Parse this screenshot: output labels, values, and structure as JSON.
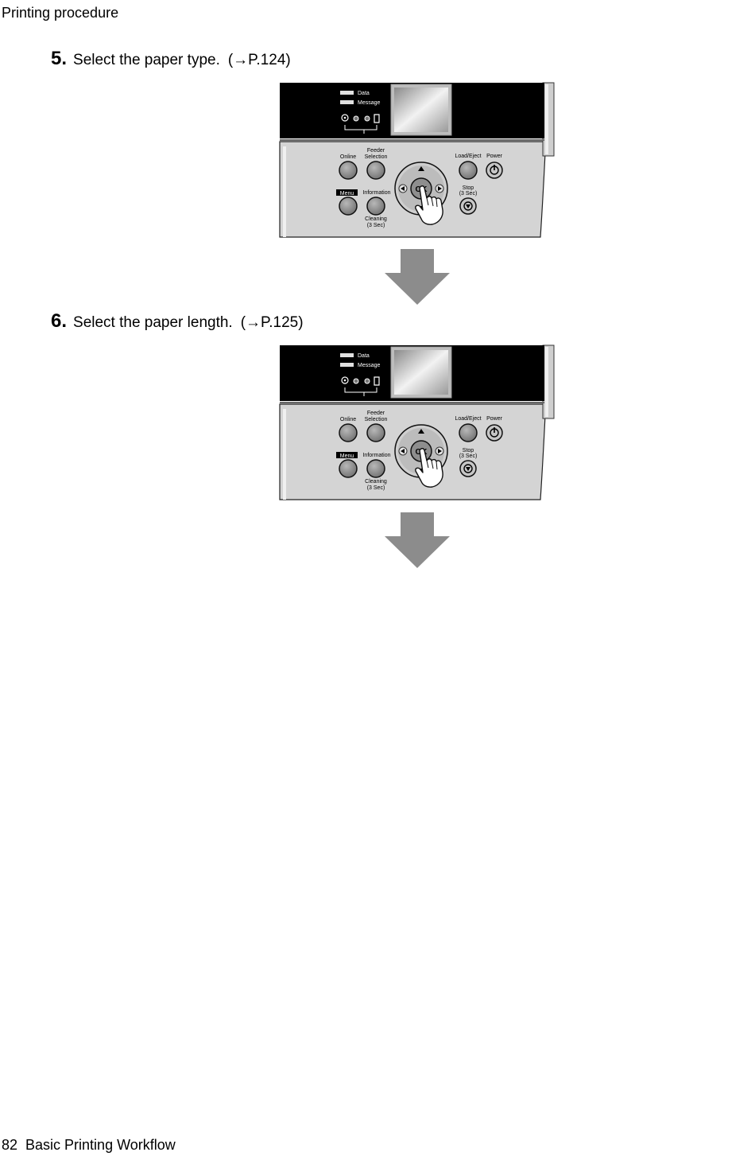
{
  "header": {
    "section_title": "Printing procedure"
  },
  "steps": [
    {
      "number": "5.",
      "text": "Select the paper type.",
      "ref": "(→P.124)"
    },
    {
      "number": "6.",
      "text": "Select the paper length.",
      "ref": "(→P.125)"
    }
  ],
  "panel": {
    "lamp_data": "Data",
    "lamp_message": "Message",
    "btn_online": "Online",
    "btn_feeder_line1": "Feeder",
    "btn_feeder_line2": "Selection",
    "btn_load_eject": "Load/Eject",
    "btn_power": "Power",
    "btn_menu": "Menu",
    "btn_information": "Information",
    "btn_cleaning_line1": "Cleaning",
    "btn_cleaning_line2": "(3 Sec)",
    "btn_stop_line1": "Stop",
    "btn_stop_line2": "(3 Sec)",
    "btn_ok": "OK"
  },
  "footer": {
    "page_number": "82",
    "chapter_title": "Basic Printing Workflow"
  },
  "colors": {
    "panel_body": "#d4d4d4",
    "panel_top": "#000000",
    "arrow": "#8c8c8c"
  }
}
